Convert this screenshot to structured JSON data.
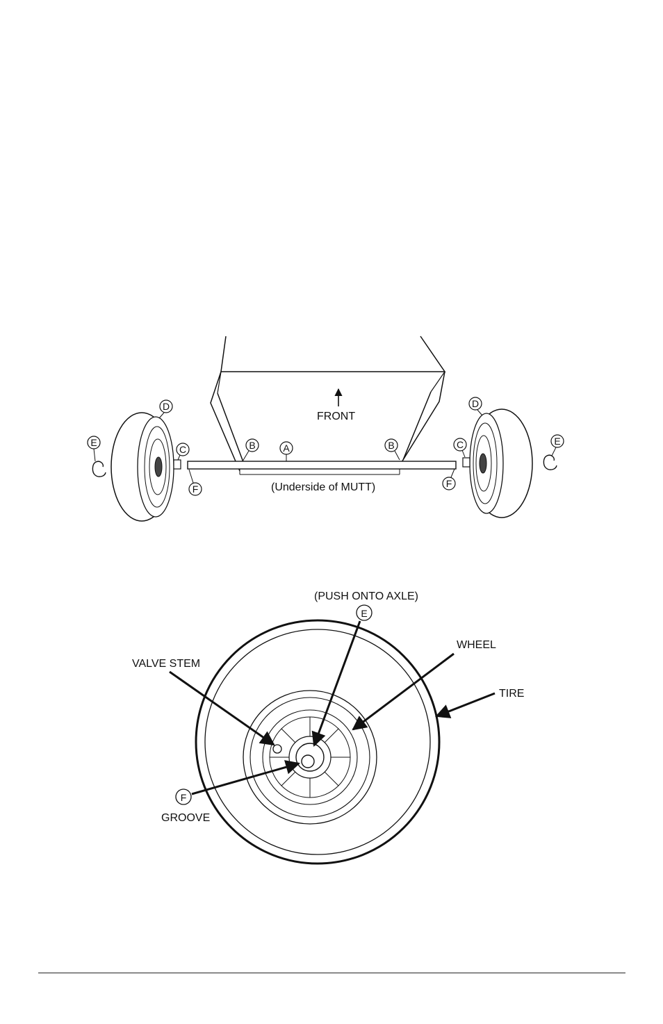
{
  "top_figure": {
    "front_label": "FRONT",
    "underside_label": "(Underside of MUTT)",
    "callouts": {
      "a": "A",
      "b_left": "B",
      "b_right": "B",
      "c_left": "C",
      "c_right": "C",
      "d_left": "D",
      "d_right": "D",
      "e_left": "E",
      "e_right": "E",
      "f_left": "F",
      "f_right": "F"
    }
  },
  "bottom_figure": {
    "push_label": "(PUSH ONTO AXLE)",
    "callout_e": "E",
    "callout_f": "F",
    "wheel_label": "WHEEL",
    "tire_label": "TIRE",
    "valve_stem_label": "VALVE STEM",
    "groove_label": "GROOVE"
  }
}
